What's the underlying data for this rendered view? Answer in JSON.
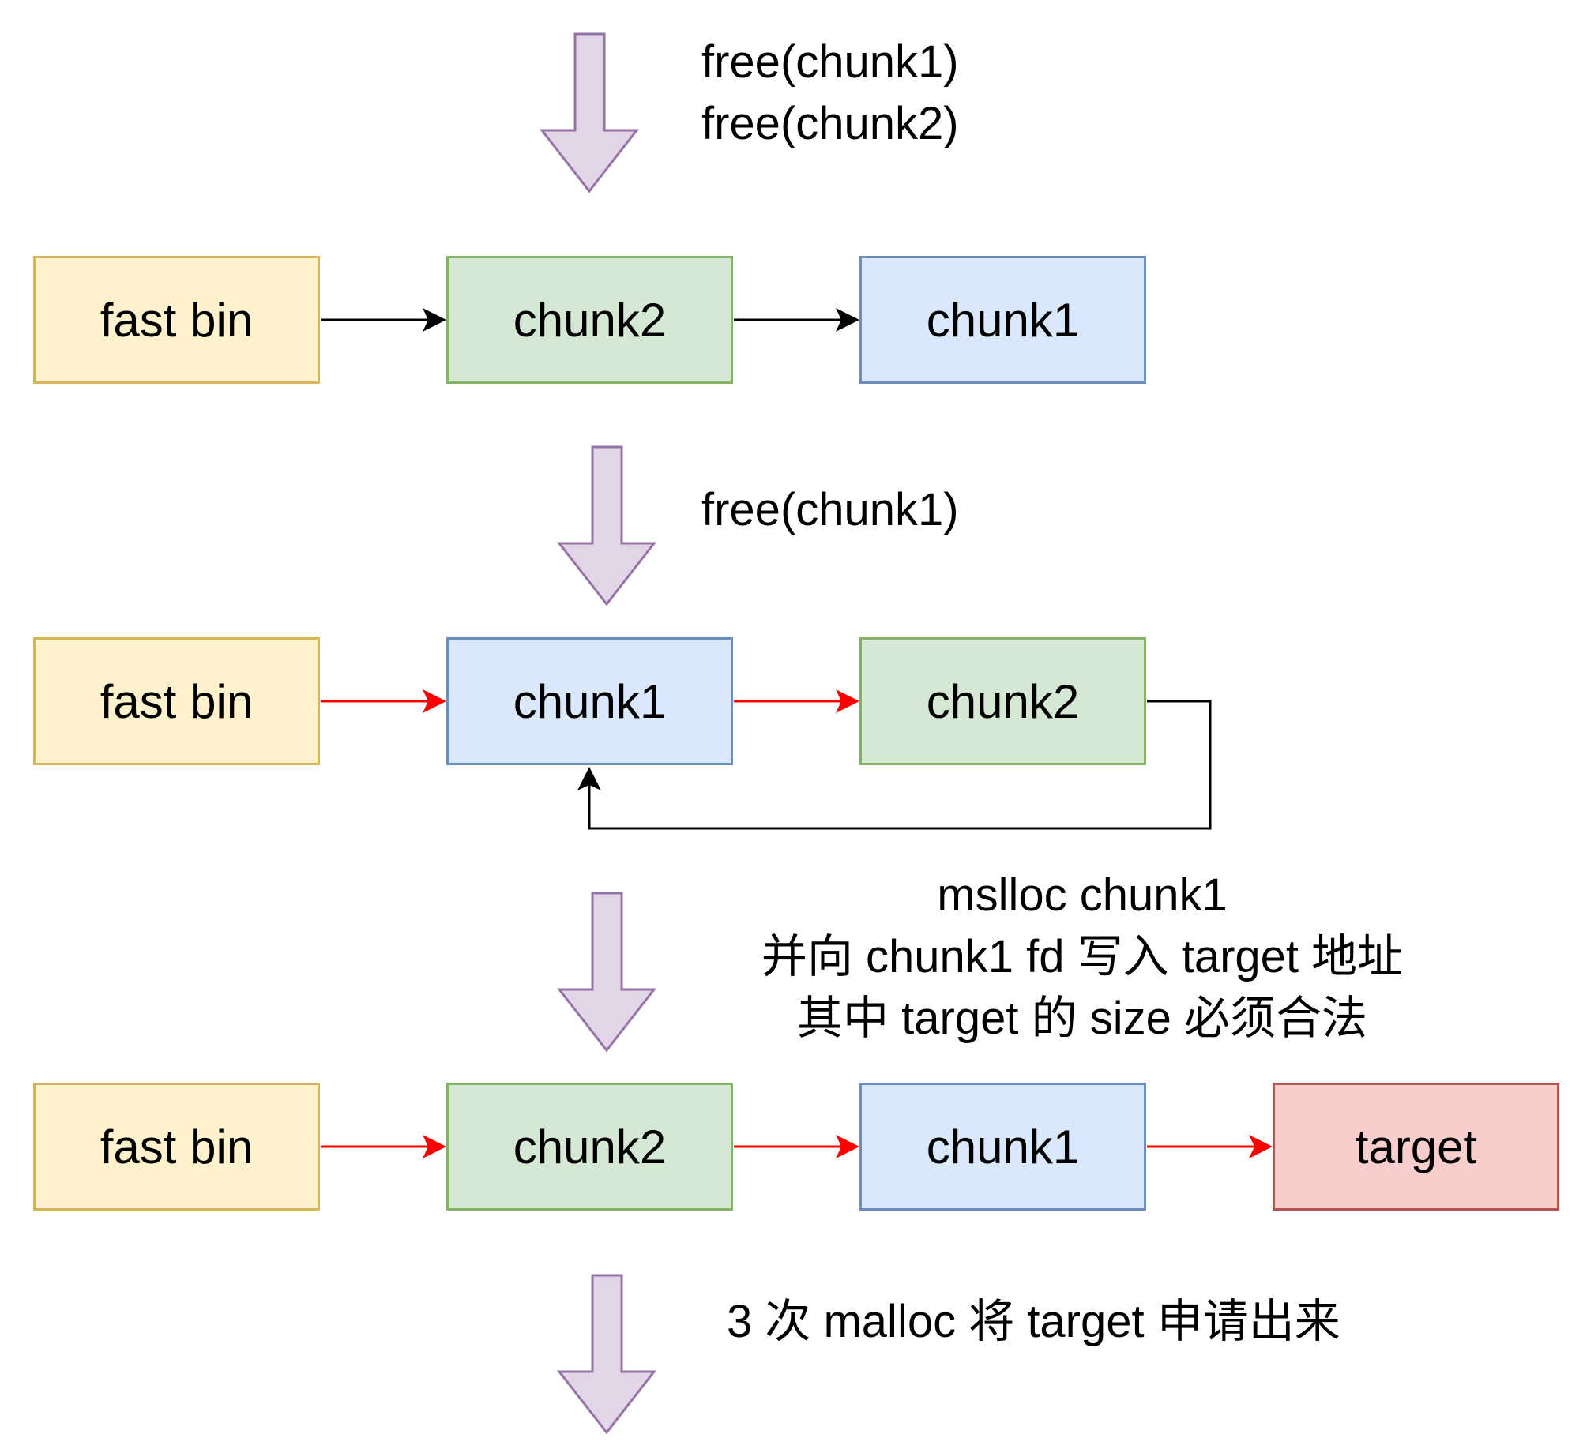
{
  "colors": {
    "fastbin": {
      "fill": "#fff2cc",
      "stroke": "#d6b656"
    },
    "chunk1": {
      "fill": "#dae8fc",
      "stroke": "#6c8ebf"
    },
    "chunk2": {
      "fill": "#d5e8d4",
      "stroke": "#82b366"
    },
    "target": {
      "fill": "#f8cecc",
      "stroke": "#b85450"
    },
    "step_arrow": {
      "fill": "#e1d5e7",
      "stroke": "#9673a6"
    },
    "edge_black": "#000000",
    "edge_red": "#ff0000"
  },
  "step1": {
    "label_line1": "free(chunk1)",
    "label_line2": "free(chunk2)",
    "nodes": [
      "fast bin",
      "chunk2",
      "chunk1"
    ]
  },
  "step2": {
    "label": "free(chunk1)",
    "nodes": [
      "fast bin",
      "chunk1",
      "chunk2"
    ]
  },
  "step3": {
    "label_line1": "mslloc chunk1",
    "label_line2": "并向 chunk1 fd 写入 target 地址",
    "label_line3": "其中 target 的 size 必须合法",
    "nodes": [
      "fast bin",
      "chunk2",
      "chunk1",
      "target"
    ]
  },
  "step4": {
    "label": "3 次 malloc 将 target 申请出来"
  }
}
